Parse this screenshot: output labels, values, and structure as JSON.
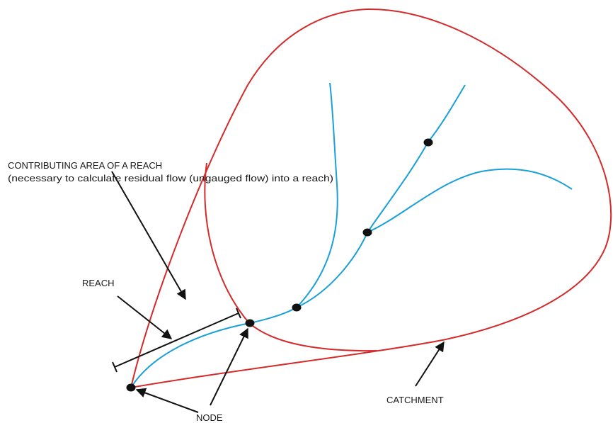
{
  "labels": {
    "contributing_area_title": "CONTRIBUTING AREA OF A REACH",
    "contributing_area_note": "(necessary to calculate residual flow (ungauged flow) into a reach)",
    "reach": "REACH",
    "node": "NODE",
    "catchment": "CATCHMENT"
  },
  "colors": {
    "catchment_boundary": "#d42a2a",
    "river": "#1aa0d8",
    "node": "#111111",
    "arrow": "#111111",
    "text": "#1a1a1a"
  }
}
